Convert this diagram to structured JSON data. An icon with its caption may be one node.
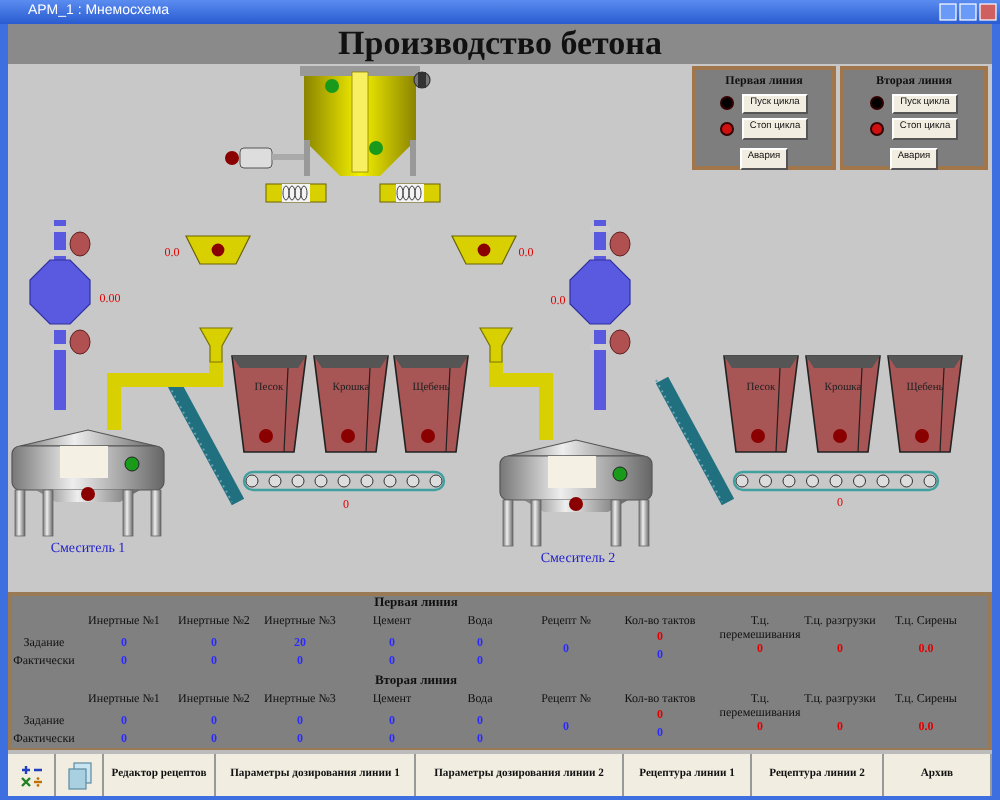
{
  "diagram": {
    "title": "Производство бетона",
    "nodes": [
      {
        "text": [
          "Первая линия",
          "Пуск цикла",
          "Стоп цикла",
          "Авария"
        ]
      },
      {
        "text": [
          "Вторая линия",
          "Пуск цикла",
          "Стоп цикла",
          "Авария"
        ]
      },
      {
        "text": [
          "Песок"
        ]
      },
      {
        "text": [
          "Крошка"
        ]
      },
      {
        "text": [
          "Щебень"
        ]
      },
      {
        "text": [
          "Песок"
        ]
      },
      {
        "text": [
          "Крошка"
        ]
      },
      {
        "text": [
          "Щебень"
        ]
      },
      {
        "text": [],
        "shape": "picture",
        "beside": [
          "Смеситель 1"
        ]
      },
      {
        "text": [],
        "shape": "picture",
        "beside": [
          "Смеситель 2"
        ]
      },
      {
        "text": [],
        "shape": "picture"
      },
      {
        "text": [],
        "shape": "picture"
      }
    ],
    "edges": [
      {
        "from": 10,
        "to": 8,
        "arrow": "none"
      },
      {
        "from": 11,
        "to": 9,
        "arrow": "none"
      }
    ],
    "labels": [
      "АРМ_1 : Мнемосхема",
      "0.0",
      "0.00",
      "0.0",
      "0.0",
      "0",
      "0",
      "Первая линия",
      "Инертные №1",
      "Инертные №2",
      "Инертные №3",
      "Цемент",
      "Вода",
      "Рецепт №",
      "Кол-во тактов",
      "Т.ц. перемешивания",
      "Т.ц. разгрузки",
      "Т.ц. Сирены",
      "Задание",
      "0",
      "0",
      "20",
      "0",
      "0",
      "Фактически",
      "0",
      "0",
      "0",
      "0",
      "0",
      "0",
      "0",
      "0",
      "0",
      "0",
      "0.0",
      "Вторая линия",
      "Инертные №1",
      "Инертные №2",
      "Инертные №3",
      "Цемент",
      "Вода",
      "Рецепт №",
      "Кол-во тактов",
      "Т.ц. перемешивания",
      "Т.ц. разгрузки",
      "Т.ц. Сирены",
      "Задание",
      "0",
      "0",
      "0",
      "0",
      "0",
      "Фактически",
      "0",
      "0",
      "0",
      "0",
      "0",
      "0",
      "0",
      "0",
      "0",
      "0",
      "0.0",
      "Редактор рецептов",
      "Параметры дозирования линии 1",
      "Параметры дозирования линии 2",
      "Рецептура линии 1",
      "Рецептура линии 2",
      "Архив"
    ]
  }
}
